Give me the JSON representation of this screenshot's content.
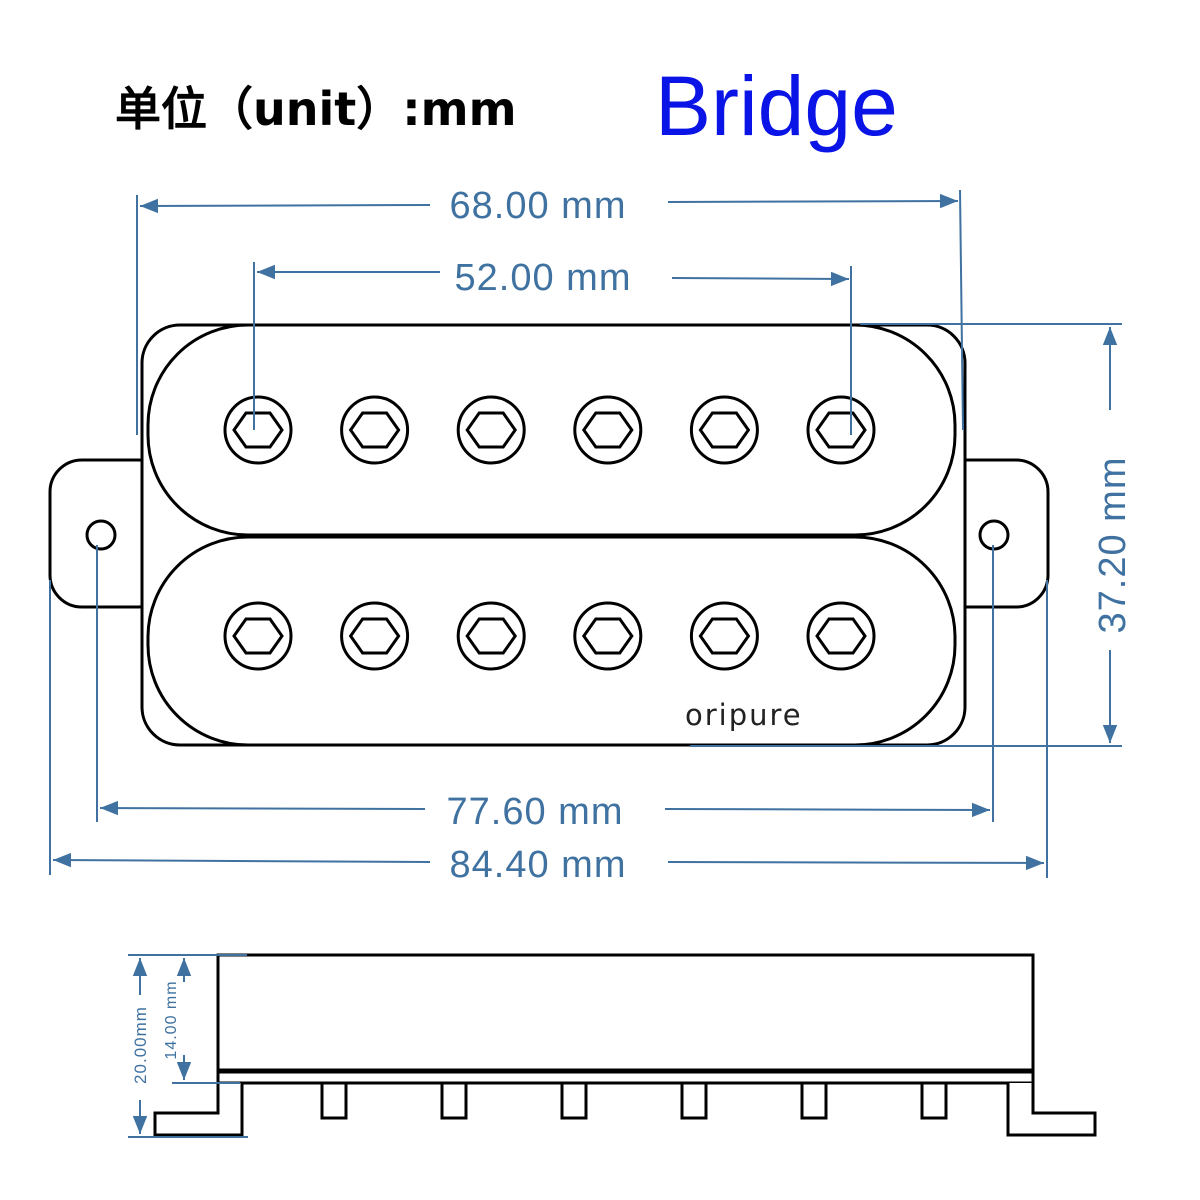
{
  "title": {
    "unit_label": "单位（unit）:mm",
    "position_label": "Bridge"
  },
  "brand": "oripure",
  "dimensions": {
    "outer_cover_width": "68.00 mm",
    "pole_spacing": "52.00 mm",
    "height": "37.20 mm",
    "mount_hole_spacing": "77.60 mm",
    "total_length": "84.40 mm",
    "side_total_height": "20.00mm",
    "side_cover_height": "14.00 mm"
  },
  "poles_per_coil": 6,
  "colors": {
    "dimension": "#3f72a0",
    "title_accent": "#0a14e6"
  }
}
